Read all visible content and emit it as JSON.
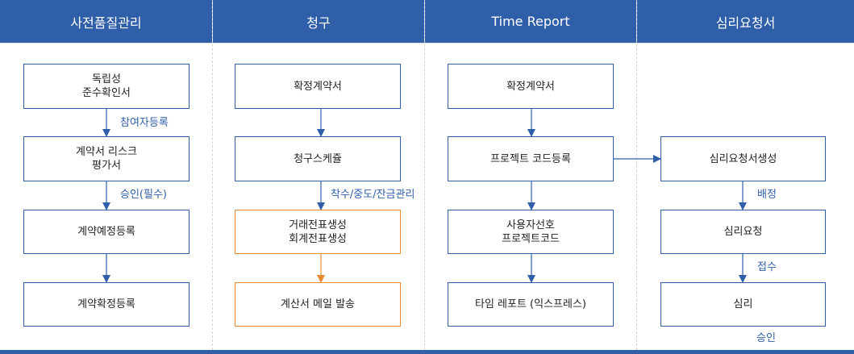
{
  "columns": [
    {
      "title": "사전품질관리"
    },
    {
      "title": "청구"
    },
    {
      "title": "Time Report"
    },
    {
      "title": "심리요청서"
    }
  ],
  "col1": {
    "step1": "독립성\n준수확인서",
    "label1": "참여자등록",
    "step2": "계약서 리스크\n평가서",
    "label2": "승인(필수)",
    "step3": "계약예정등록",
    "step4": "계약확정등록"
  },
  "col2": {
    "step1": "확정계약서",
    "step2": "청구스케쥴",
    "label1": "착수/중도/잔금관리",
    "step3": "거래전표생성\n회계전표생성",
    "step4": "계산서 메일 발송"
  },
  "col3": {
    "step1": "확정계약서",
    "step2": "프로젝트 코드등록",
    "step3": "사용자선호\n프로젝트코드",
    "step4": "타임 레포트 (익스프레스)"
  },
  "col4": {
    "step1": "심리요청서생성",
    "label1": "배정",
    "step2": "심리요청",
    "label2": "접수",
    "step3": "심리",
    "label3": "승인"
  },
  "colors": {
    "header": "#2f5fa8",
    "box_border": "#2f5fa8",
    "orange": "#e88a2e"
  }
}
